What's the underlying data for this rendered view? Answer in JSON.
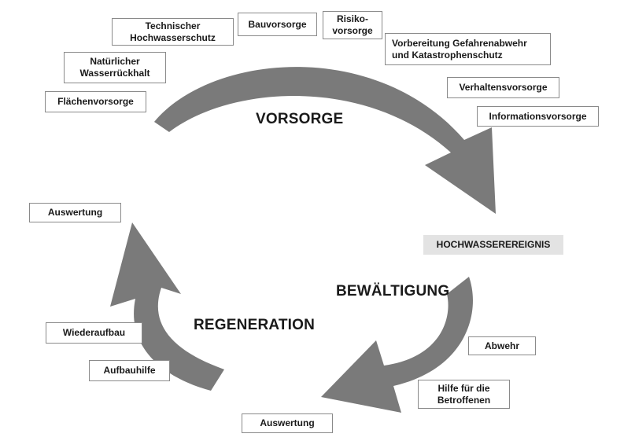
{
  "colors": {
    "arrow": "#7a7a7a",
    "box_border": "#8a8a8a",
    "event_fill": "#e3e3e3",
    "text": "#1a1a1a"
  },
  "phases": {
    "vorsorge": "VORSORGE",
    "bewaeltigung": "BEWÄLTIGUNG",
    "regeneration": "REGENERATION"
  },
  "boxes": {
    "technischer_hochwasserschutz": "Technischer\nHochwasserschutz",
    "bauvorsorge": "Bauvorsorge",
    "risikovorsorge": "Risiko-\nvorsorge",
    "vorbereitung": "Vorbereitung Gefahrenabwehr\nund Katastrophenschutz",
    "natuerlicher_wasserrueckhalt": "Natürlicher\nWasserrückhalt",
    "verhaltensvorsorge": "Verhaltensvorsorge",
    "flaechenvorsorge": "Flächenvorsorge",
    "informationsvorsorge": "Informationsvorsorge",
    "auswertung_top": "Auswertung",
    "hochwasserereignis": "HOCHWASSEREREIGNIS",
    "wiederaufbau": "Wiederaufbau",
    "abwehr": "Abwehr",
    "aufbauhilfe": "Aufbauhilfe",
    "hilfe_fuer_betroffene": "Hilfe für die\nBetroffenen",
    "auswertung_bottom": "Auswertung"
  }
}
